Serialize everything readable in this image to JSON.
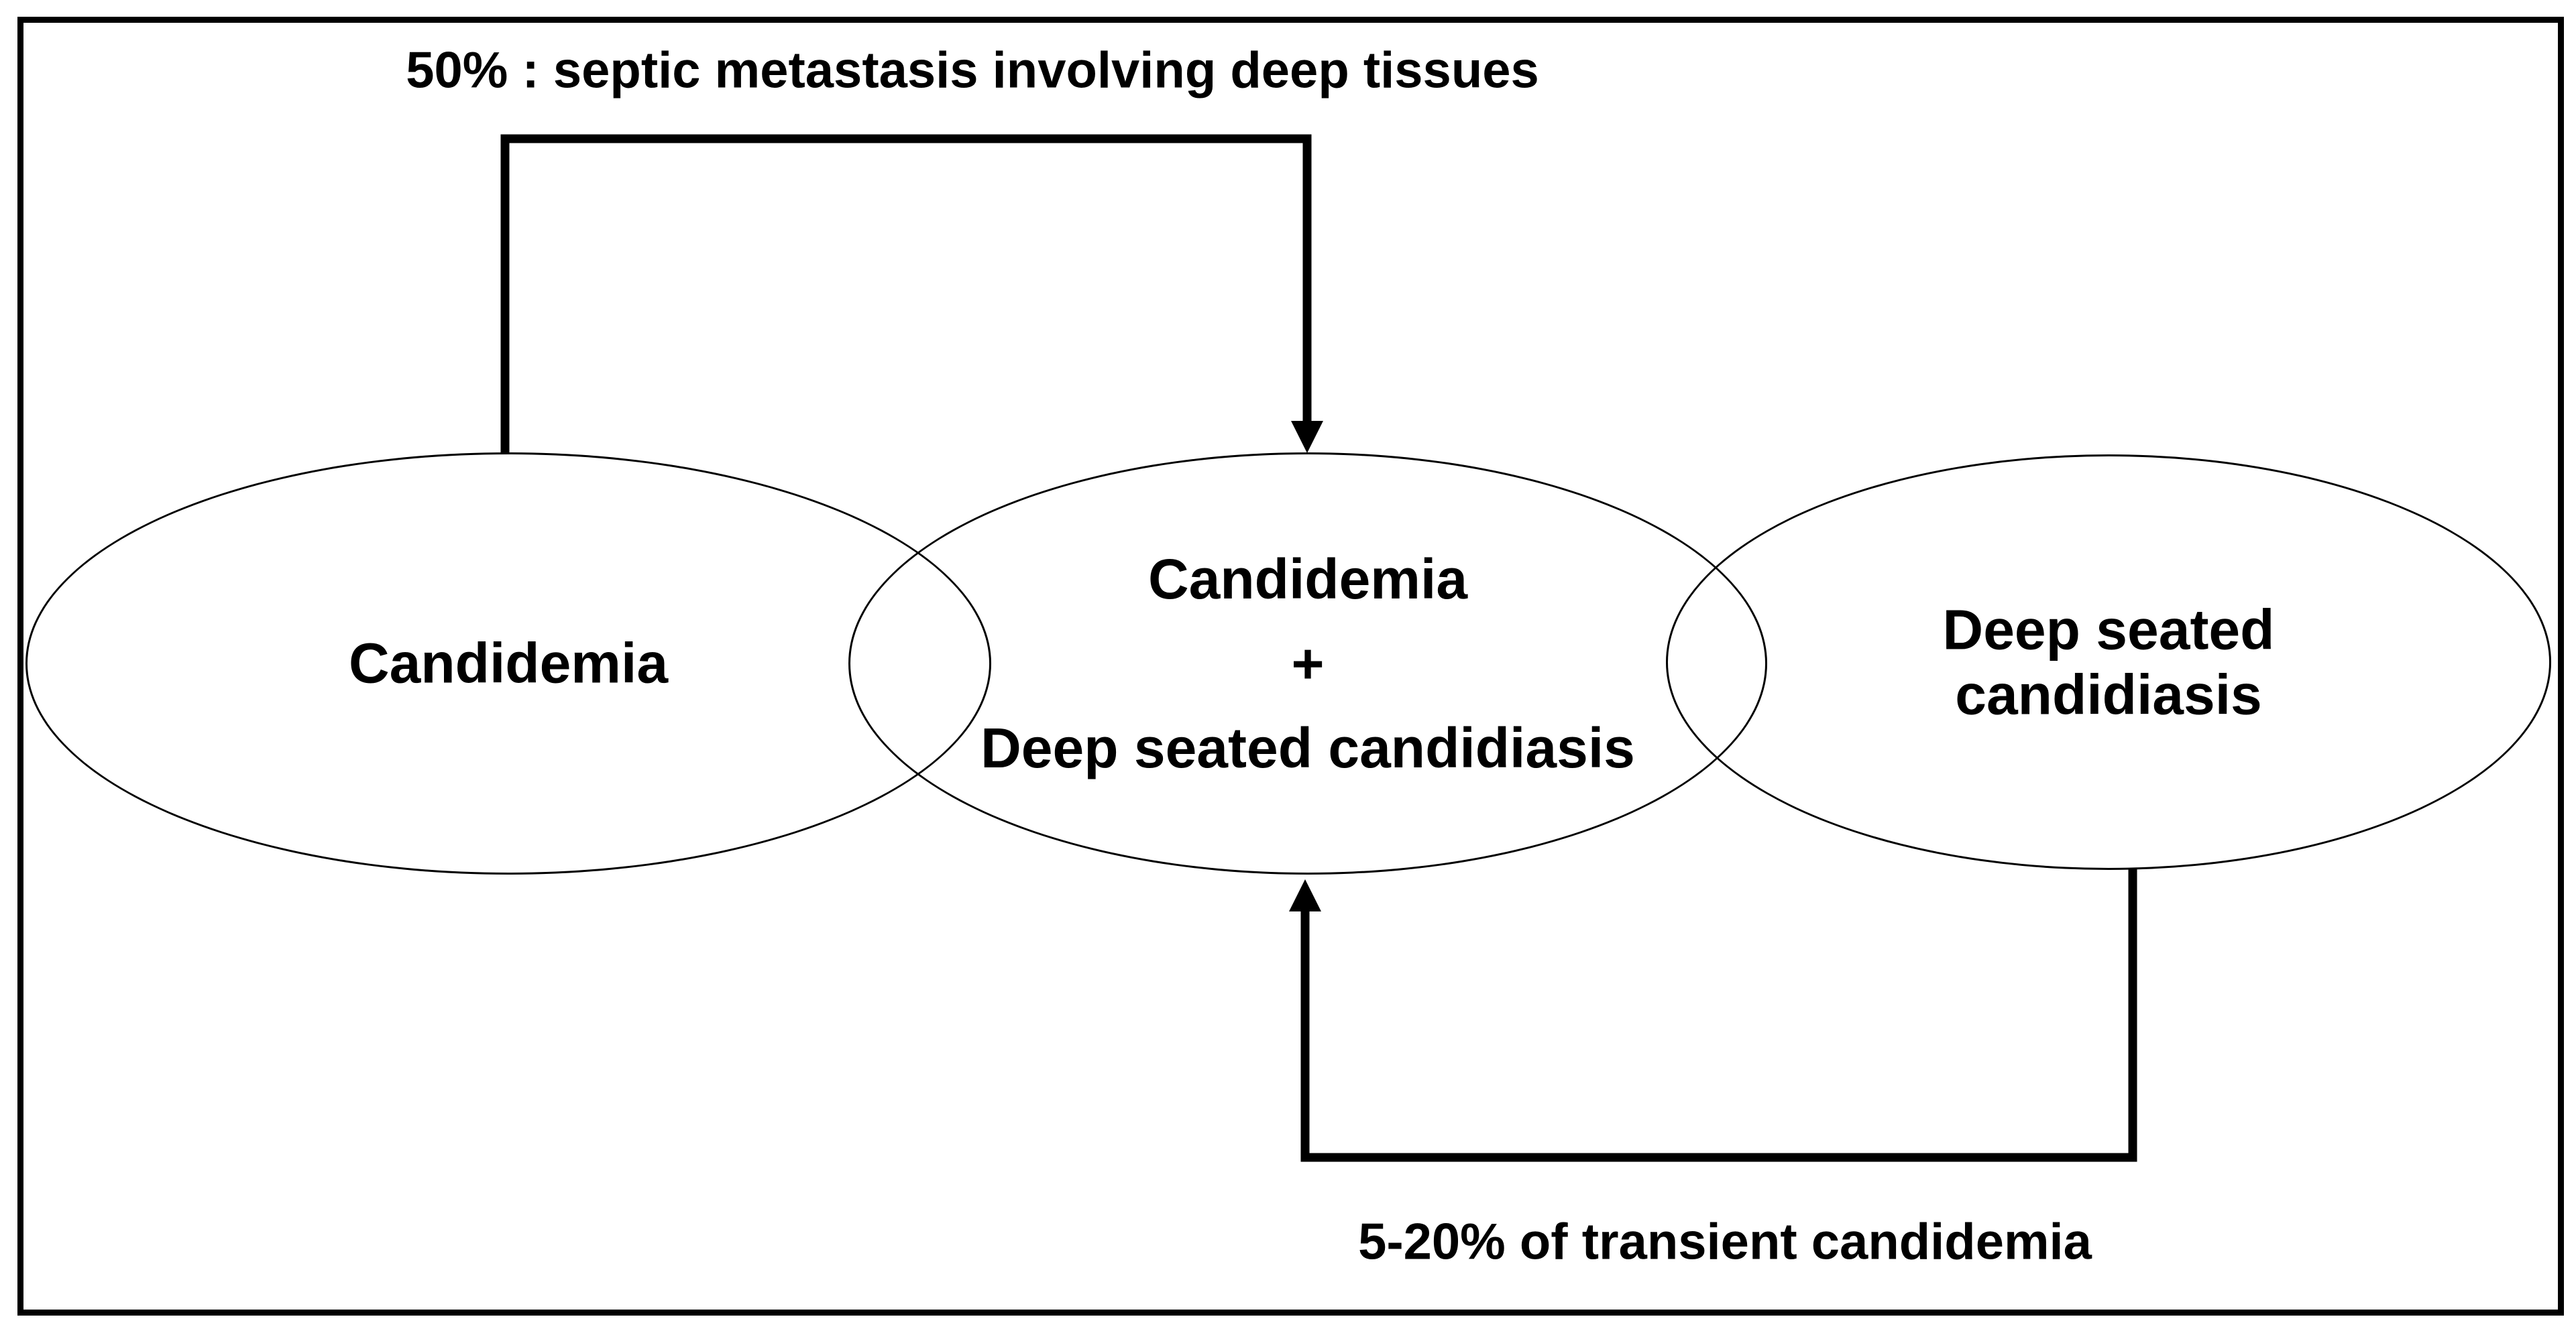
{
  "annotations": {
    "top": "50% : septic metastasis involving deep tissues",
    "bottom": "5-20% of transient candidemia"
  },
  "venn": {
    "left": {
      "label": "Candidemia"
    },
    "middle": {
      "lines": [
        "Candidemia",
        "+",
        "Deep seated candidiasis"
      ]
    },
    "right": {
      "lines": [
        "Deep seated",
        "candidiasis"
      ]
    }
  },
  "colors": {
    "ink": "#000000",
    "background": "#ffffff"
  }
}
